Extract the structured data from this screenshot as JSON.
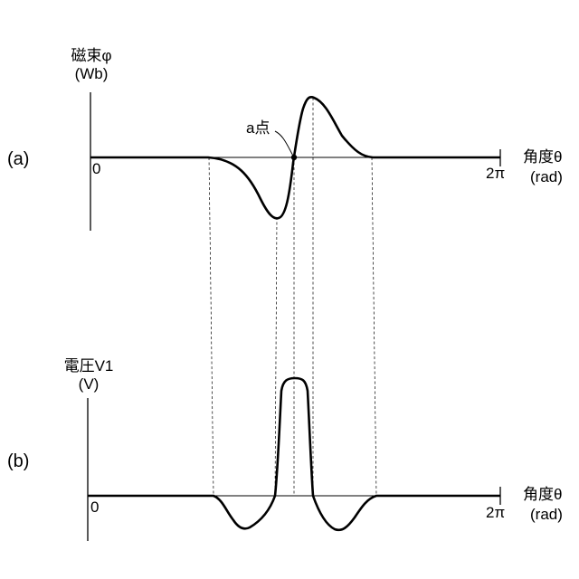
{
  "panel_a": {
    "tag": "(a)",
    "y_label_line1": "磁束φ",
    "y_label_line2": "(Wb)",
    "origin": "0",
    "end_tick": "2π",
    "x_label_line1": "角度θ",
    "x_label_line2": "(rad)",
    "point_label": "a点"
  },
  "panel_b": {
    "tag": "(b)",
    "y_label_line1": "電圧V1",
    "y_label_line2": "(V)",
    "origin": "0",
    "end_tick": "2π",
    "x_label_line1": "角度θ",
    "x_label_line2": "(rad)"
  }
}
